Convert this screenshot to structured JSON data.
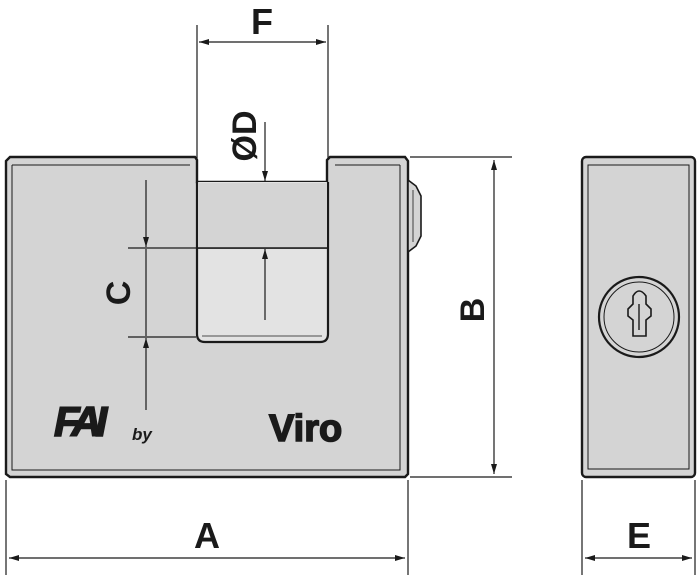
{
  "colors": {
    "body_fill": "#d4d4d4",
    "inner_fill": "#e3e3e3",
    "outline": "#1a1a1a"
  },
  "dimensions": {
    "A": "A",
    "B": "B",
    "C": "C",
    "D": "ØD",
    "E": "E",
    "F": "F"
  },
  "branding": {
    "logo_fai": "FAI",
    "by": "by",
    "viro": "Viro"
  },
  "icons": {
    "keyhole": "keyhole-icon"
  }
}
